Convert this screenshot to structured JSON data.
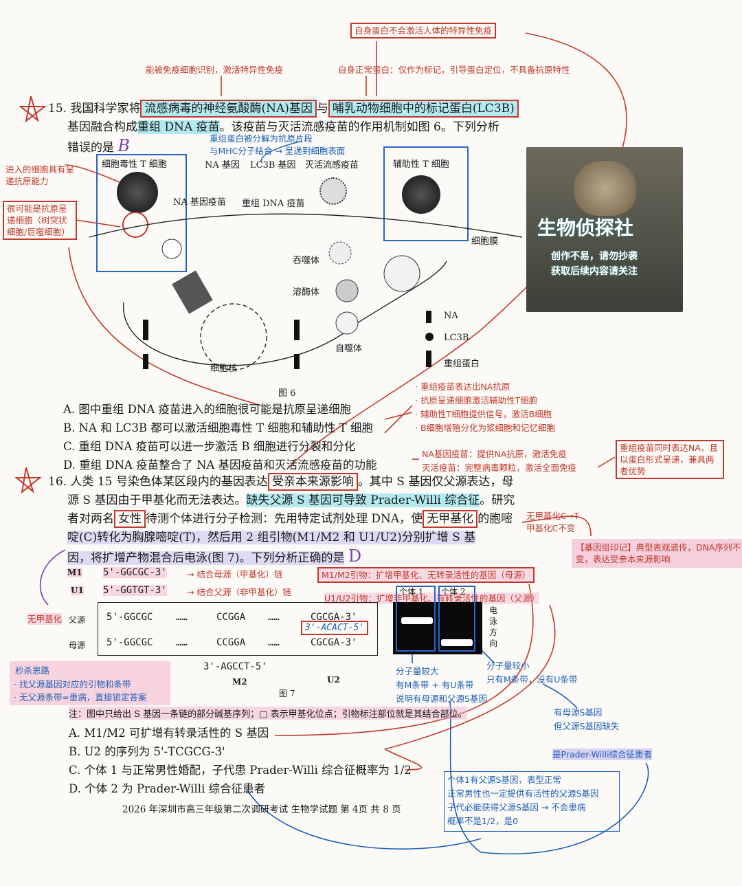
{
  "colors": {
    "red": "#c0392b",
    "blue": "#1f5fb5",
    "cyan": "#7dd9ea",
    "pink": "#f2b3cc",
    "lavender": "#c9bff0"
  },
  "top_notes": {
    "note1": "自身蛋白不会激活人体的特异性免疫",
    "note2": "能被免疫细胞识别，激活特异性免疫",
    "note3": "自身正常蛋白：仅作为标记，引导蛋白定位，不具备抗原特性"
  },
  "q15": {
    "number": "15.",
    "line1_a": "我国科学家将",
    "line1_box1": "流感病毒的神经氨酸酶(NA)基因",
    "line1_mid": "与",
    "line1_box2": "哺乳动物细胞中的标记蛋白(LC3B)",
    "line2_a": "基因融合构成",
    "line2_b": "重组 DNA 疫苗",
    "line2_c": "。该疫苗与灭活流感疫苗的作用机制如图 6。下列分析",
    "line3": "错误的是",
    "answer": "B",
    "blue_note1": "重组蛋白被分解为抗原片段",
    "blue_note2": "与MHC分子结合 → 呈递到细胞表面"
  },
  "fig6": {
    "cytotoxic_t": "细胞毒性 T 细胞",
    "helper_t": "辅助性 T 细胞",
    "na_gene": "NA 基因",
    "lc3b_gene": "LC3B 基因",
    "inactivated_vaccine": "灭活流感疫苗",
    "na_vaccine": "NA 基因疫苗",
    "recombinant_vaccine": "重组 DNA 疫苗",
    "membrane": "细胞膜",
    "phagosome": "吞噬体",
    "lysosome": "溶酶体",
    "autophagosome": "自噬体",
    "nucleus": "细胞核",
    "legend_na": "NA",
    "legend_lc3b": "LC3B",
    "legend_recombinant": "重组蛋白",
    "caption": "图 6"
  },
  "left_notes": {
    "note1": "进入的细胞具有呈递抗原能力",
    "note2": "很可能是抗原呈递细胞（树突状细胞/巨噬细胞）"
  },
  "ad": {
    "title": "生物侦探社",
    "line1": "创作不易，请勿抄袭",
    "line2": "获取后续内容请关注"
  },
  "q15_options": {
    "A": "A. 图中重组 DNA 疫苗进入的细胞很可能是抗原呈递细胞",
    "B": "B. NA 和 LC3B 都可以激活细胞毒性 T 细胞和辅助性 T 细胞",
    "C": "C. 重组 DNA 疫苗可以进一步激活 B 细胞进行分裂和分化",
    "D": "D. 重组 DNA 疫苗整合了 NA 基因疫苗和灭活流感疫苗的功能"
  },
  "right_notes": {
    "chain1": "· 重组疫苗表达出NA抗原",
    "chain2": "· 抗原呈递细胞激活辅助性T细胞",
    "chain3": "· 辅助性T细胞提供信号，激活B细胞",
    "chain4": "· B细胞增殖分化为浆细胞和记忆细胞",
    "na_vac": "NA基因疫苗：提供NA抗原，激活免疫",
    "inact_vac": "灭活疫苗：完整病毒颗粒，激活全面免疫",
    "combo": "重组疫苗同时表达NA，且以蛋白形式呈递，兼具两者优势"
  },
  "q16": {
    "number": "16.",
    "l1a": "人类 15 号染色体某区段内的基因表达",
    "l1b": "受亲本来源影响",
    "l1c": "。其中 S 基因仅父源表达，母",
    "l2a": "源 S 基因由于甲基化而无法表达。",
    "l2b": "缺失父源 S 基因可导致 Prader-Willi 综合征",
    "l2c": "。研究",
    "l3a": "者对两名",
    "l3b": "女性",
    "l3c": "待测个体进行分子检测：先用特定试剂处理 DNA，使",
    "l3d": "无甲基化",
    "l3e": "的胞嘧",
    "l4": "啶(C)转化为胸腺嘧啶(T)，然后用 2 组引物(M1/M2 和 U1/U2)分别扩增 S 基",
    "l5a": "因，将扩增产物混合后电泳(图 7)。下列分析正确的是",
    "answer": "D",
    "note_conv1": "无甲基化C→T",
    "note_conv2": "甲基化C不变",
    "imprint": "【基因组印记】典型表观遗传，DNA序列不变，表达受亲本来源影响"
  },
  "fig7": {
    "m1_label": "M1",
    "m1_seq": "5'-GGCGC-3'",
    "m1_note": "→ 结合母源（甲基化）链",
    "m1_box": "M1/M2引物：扩增甲基化、无转录活性的基因（母源）",
    "u1_label": "U1",
    "u1_seq": "5'-GGTGT-3'",
    "u1_note": "→ 结合父源（非甲基化）链",
    "u1_box": "U1/U2引物：扩增非甲基化、有转录活性的基因（父源）",
    "paternal": "父源",
    "maternal": "母源",
    "pat_seq1": "5'-GGCGC",
    "pat_dots": "……",
    "pat_seq2": "CCGGA",
    "pat_seq3": "CGCGA-3'",
    "mat_seq1": "5'-GGCGC",
    "mat_seq2": "CCGGA",
    "mat_seq3": "CGCGA-3'",
    "hand_seq": "3'-ACACT-5'",
    "m2_seq": "3'-AGCCT-5'",
    "m2_label": "M2",
    "u2_label": "U2",
    "ind1": "个体 1",
    "ind2": "个体 2",
    "electro": "电泳方向",
    "caption": "图 7",
    "no_methyl": "无甲基化",
    "mw_large": "分子量较大",
    "mw_large2": "有M条带 + 有U条带",
    "mw_large3": "说明有母源和父源S基因",
    "mw_small": "分子量较小",
    "mw_small2": "只有M条带，没有U条带",
    "mother_only1": "有母源S基因",
    "mother_only2": "但父源S基因缺失",
    "pw_patient": "是Prader-Willi综合征患者",
    "strategy_title": "秒杀思路",
    "strategy1": "· 找父源基因对应的引物和条带",
    "strategy2": "· 无父源条带=患病，直接锁定答案",
    "note": "注：图中只给出 S 基因一条链的部分碱基序列；□ 表示甲基化位点；引物标注部位就是其结合部位。"
  },
  "q16_options": {
    "A": "A. M1/M2 可扩增有转录活性的 S 基因",
    "B": "B. U2 的序列为 5'-TCGCG-3'",
    "C": "C. 个体 1 与正常男性婚配，子代患 Prader-Willi 综合征概率为 1/2",
    "D": "D. 个体 2 为 Prader-Willi 综合征患者"
  },
  "blue_box": {
    "l1": "个体1有父源S基因，表型正常",
    "l2": "正常男性也一定提供有活性的父源S基因",
    "l3": "子代必能获得父源S基因 → 不会患病",
    "l4": "概率不是1/2，是0"
  },
  "footer": "2026 年深圳市高三年级第二次调研考试  生物学试题  第 4页  共 8 页"
}
